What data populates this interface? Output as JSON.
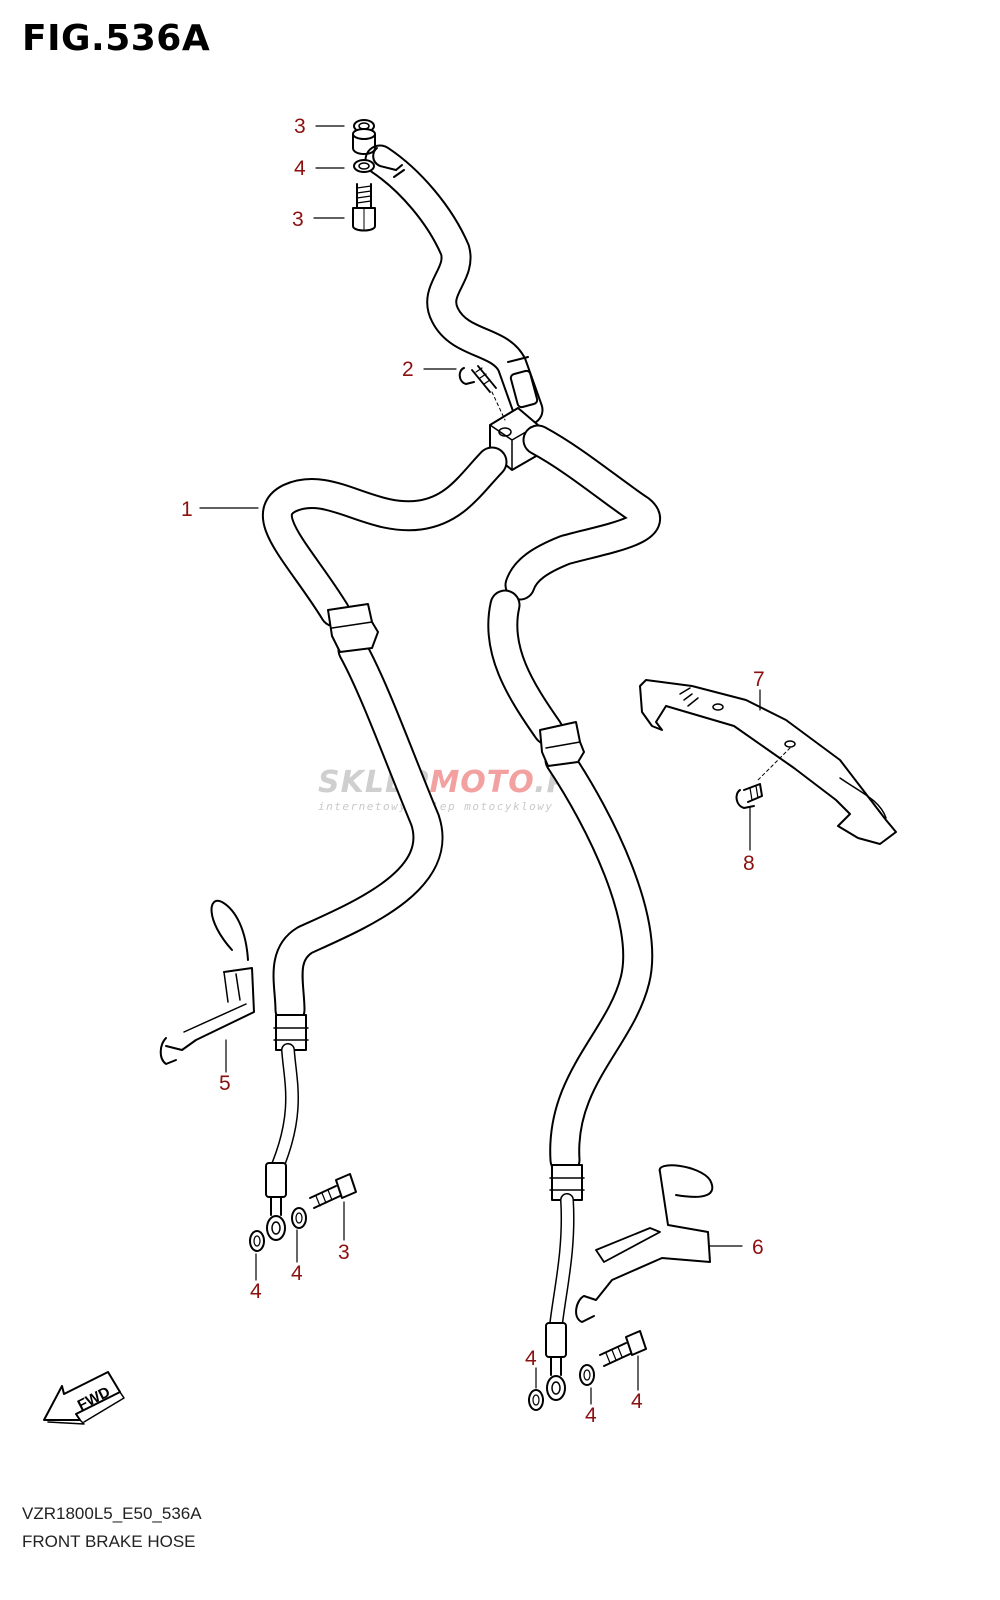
{
  "figure": {
    "title": "FIG.536A",
    "model_code": "VZR1800L5_E50_536A",
    "caption": "FRONT BRAKE HOSE"
  },
  "direction_marker": {
    "label": "FWD",
    "icon": "forward-arrow-icon"
  },
  "watermark": {
    "text_grey": "SKLEP",
    "text_red": "MOTO",
    "text_tail": ".PL",
    "subtitle": "internetowy sklep motocyklowy"
  },
  "colors": {
    "callout": "#8b1010",
    "line": "#000000",
    "watermark_grey": "#cfcfcf",
    "watermark_red": "#f2a0a0"
  },
  "callouts": [
    {
      "id": "c1",
      "label": "1"
    },
    {
      "id": "c2",
      "label": "2"
    },
    {
      "id": "c3a",
      "label": "3"
    },
    {
      "id": "c3b",
      "label": "3"
    },
    {
      "id": "c3c",
      "label": "3"
    },
    {
      "id": "c4a",
      "label": "4"
    },
    {
      "id": "c4b",
      "label": "4"
    },
    {
      "id": "c4c",
      "label": "4"
    },
    {
      "id": "c4d",
      "label": "4"
    },
    {
      "id": "c4e",
      "label": "4"
    },
    {
      "id": "c4f",
      "label": "4"
    },
    {
      "id": "c5",
      "label": "5"
    },
    {
      "id": "c6",
      "label": "6"
    },
    {
      "id": "c7",
      "label": "7"
    },
    {
      "id": "c8",
      "label": "8"
    }
  ]
}
